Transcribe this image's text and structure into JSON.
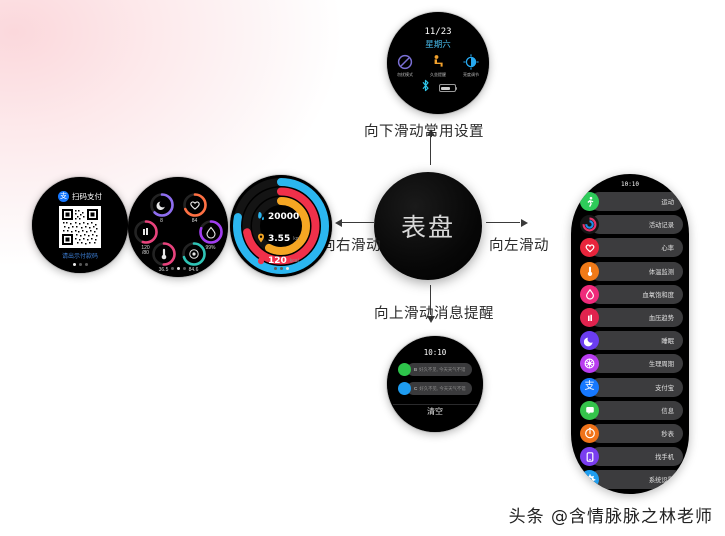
{
  "background": {
    "accent_pink": "#fbd8dc",
    "base": "#ffffff"
  },
  "hub": {
    "label": "表盘"
  },
  "captions": {
    "top": "向下滑动常用设置",
    "left": "向右滑动",
    "right": "向左滑动",
    "bottom": "向上滑动消息提醒"
  },
  "watch_settings": {
    "date": "11/23",
    "weekday": "星期六",
    "items": [
      {
        "icon": "do-not-disturb-icon",
        "label": "勿扰模式",
        "color": "#7a6fd4"
      },
      {
        "icon": "sedentary-reminder-icon",
        "label": "久坐提醒",
        "color": "#f2a12c"
      },
      {
        "icon": "brightness-icon",
        "label": "亮度调节",
        "color": "#27a9f0"
      }
    ],
    "bluetooth_icon": "bluetooth-icon",
    "battery_icon": "battery-icon"
  },
  "watch_pay": {
    "logo_icon": "alipay-icon",
    "title": "扫码支付",
    "subtitle": "请出示付款码",
    "qr_icon": "qr-code-icon",
    "page_dots": 3,
    "active_dot": 0
  },
  "watch_health": {
    "gauges": [
      {
        "icon": "moon-sleep-icon",
        "value": "8",
        "color": "#8e6df0",
        "pct": 62
      },
      {
        "icon": "heart-icon",
        "value": "84",
        "color": "#ff7043",
        "pct": 68
      },
      {
        "icon": "blood-pressure-icon",
        "value": "120\n/80",
        "color": "#e8427c",
        "pct": 55
      },
      {
        "icon": "water-drop-icon",
        "value": "99%",
        "color": "#a13df0",
        "pct": 80
      },
      {
        "icon": "thermometer-icon",
        "value": "36.5",
        "color": "#e8427c",
        "pct": 50
      },
      {
        "icon": "oxygen-icon",
        "value": "84.6",
        "color": "#2ec4b6",
        "pct": 70
      }
    ],
    "page_dots": 3,
    "active_dot": 1
  },
  "watch_rings": {
    "rings": [
      {
        "name": "steps-ring",
        "color": "#2bb6f0",
        "pct": 78
      },
      {
        "name": "distance-ring",
        "color": "#f0304a",
        "pct": 72
      },
      {
        "name": "calories-ring",
        "color": "#f5a623",
        "pct": 58
      }
    ],
    "stats": [
      {
        "icon": "steps-icon",
        "color": "#2bb6f0",
        "value": "20000",
        "unit": ""
      },
      {
        "icon": "distance-icon",
        "color": "#f5a623",
        "value": "3.55",
        "unit": "km"
      },
      {
        "icon": "calories-icon",
        "color": "#f0304a",
        "value": "120",
        "unit": "kcal"
      }
    ],
    "page_dots": 3,
    "active_dot": 2
  },
  "watch_notify": {
    "time": "10:10",
    "messages": [
      {
        "avatar_icon": "wechat-icon",
        "avatar_color": "#2ec44b",
        "sender": "B",
        "text": "好久不见, 今天天气不错"
      },
      {
        "avatar_icon": "qq-icon",
        "avatar_color": "#1e9cf0",
        "sender": "C",
        "text": "好久不见, 今天天气不错"
      }
    ],
    "clear_label": "清空"
  },
  "watch_apps": {
    "time": "10:10",
    "items": [
      {
        "icon": "running-icon",
        "label": "运动",
        "color": "#2ecb5a"
      },
      {
        "icon": "activity-rings-icon",
        "label": "活动记录",
        "color": "#e8356d"
      },
      {
        "icon": "heart-icon",
        "label": "心率",
        "color": "#e8253c"
      },
      {
        "icon": "thermometer-icon",
        "label": "体温监测",
        "color": "#f07a18"
      },
      {
        "icon": "blood-drop-icon",
        "label": "血氧饱和度",
        "color": "#ef2b7b"
      },
      {
        "icon": "blood-pressure-icon",
        "label": "血压趋势",
        "color": "#e0234e"
      },
      {
        "icon": "moon-sleep-icon",
        "label": "睡眠",
        "color": "#6b3df0"
      },
      {
        "icon": "cycle-icon",
        "label": "生理周期",
        "color": "#b93df0"
      },
      {
        "icon": "alipay-icon",
        "label": "支付宝",
        "color": "#1678ff"
      },
      {
        "icon": "message-icon",
        "label": "信息",
        "color": "#35c44b"
      },
      {
        "icon": "stopwatch-icon",
        "label": "秒表",
        "color": "#f0731a"
      },
      {
        "icon": "find-phone-icon",
        "label": "找手机",
        "color": "#7a3df0"
      },
      {
        "icon": "gear-icon",
        "label": "系统设置",
        "color": "#1f9ef0"
      }
    ]
  },
  "watermark": {
    "text": "头条 @含情脉脉之林老师"
  }
}
